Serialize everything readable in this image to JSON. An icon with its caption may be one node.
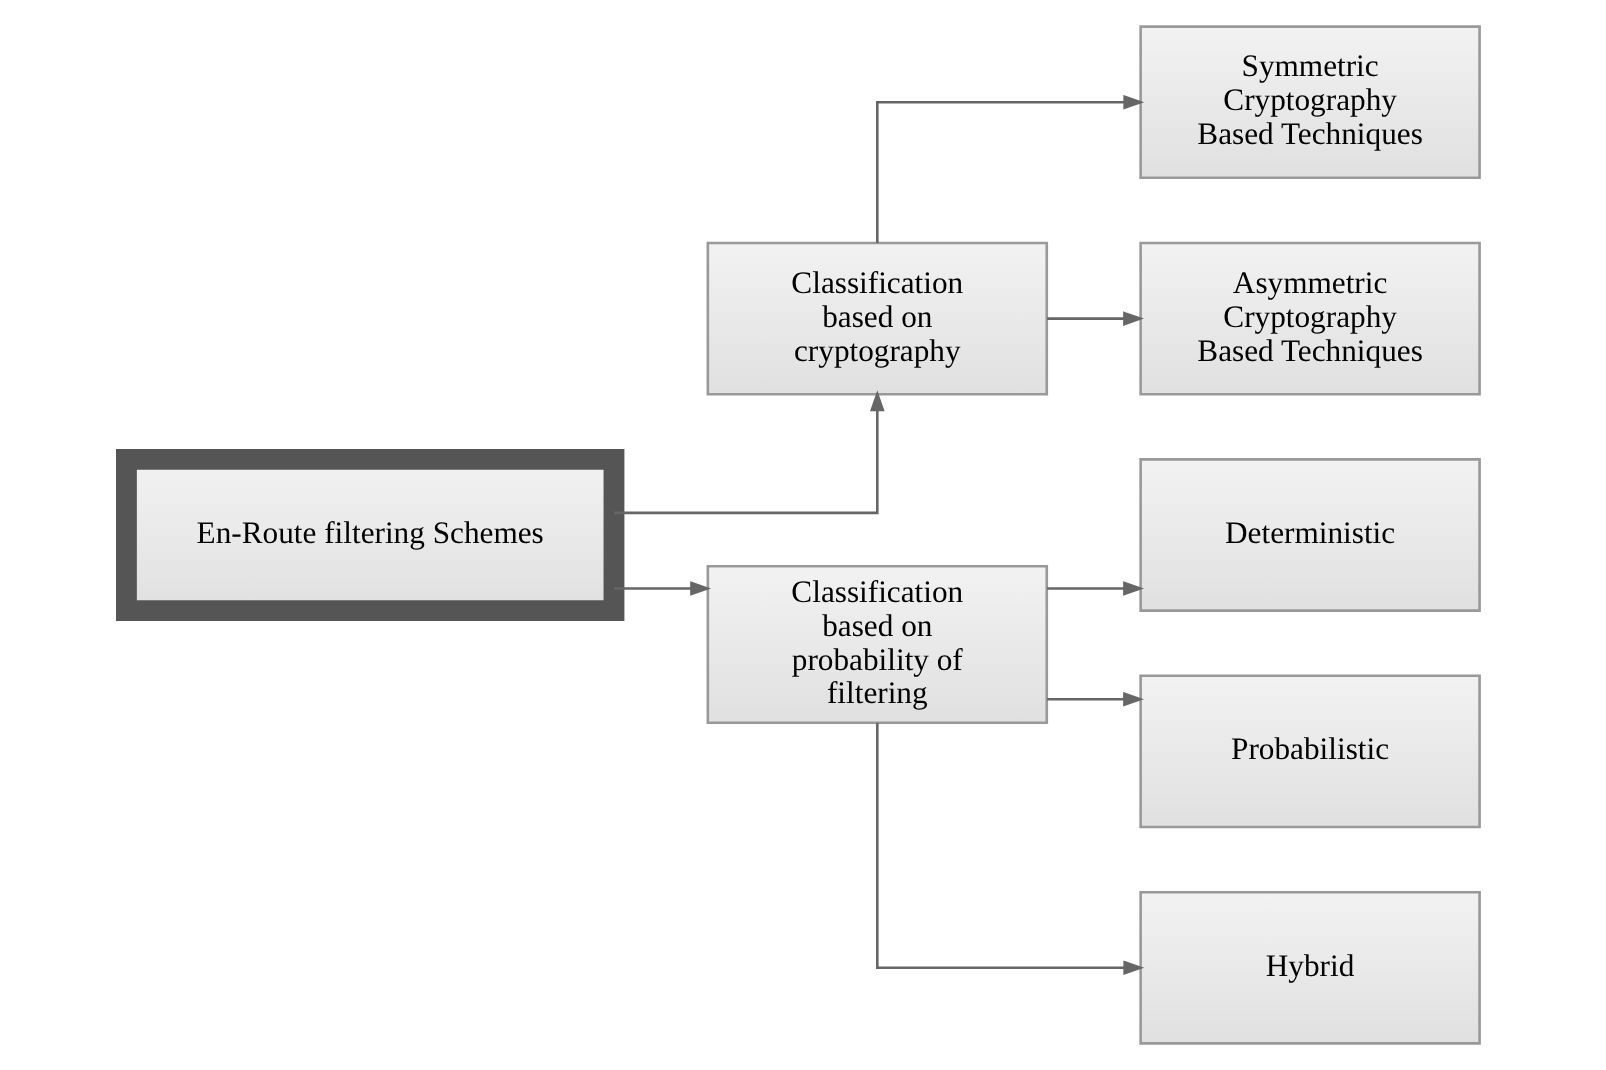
{
  "diagram": {
    "nodes": [
      {
        "text": [
          "En-Route filtering Schemes"
        ]
      },
      {
        "text": [
          "Classification based on cryptography"
        ]
      },
      {
        "text": [
          "Symmetric Cryptography Based Techniques"
        ]
      },
      {
        "text": [
          "Asymmetric Cryptography Based Techniques"
        ]
      },
      {
        "text": [
          "Classification based on probability of filtering"
        ]
      },
      {
        "text": [
          "Deterministic"
        ]
      },
      {
        "text": [
          "Probabilistic"
        ]
      },
      {
        "text": [
          "Hybrid"
        ]
      }
    ],
    "edges": [
      {
        "from": 0,
        "to": 1,
        "arrow": "to"
      },
      {
        "from": 0,
        "to": 4,
        "arrow": "to"
      },
      {
        "from": 1,
        "to": 2,
        "arrow": "to"
      },
      {
        "from": 1,
        "to": 3,
        "arrow": "to"
      },
      {
        "from": 4,
        "to": 5,
        "arrow": "to"
      },
      {
        "from": 4,
        "to": 6,
        "arrow": "to"
      },
      {
        "from": 4,
        "to": 7,
        "arrow": "to"
      }
    ]
  }
}
